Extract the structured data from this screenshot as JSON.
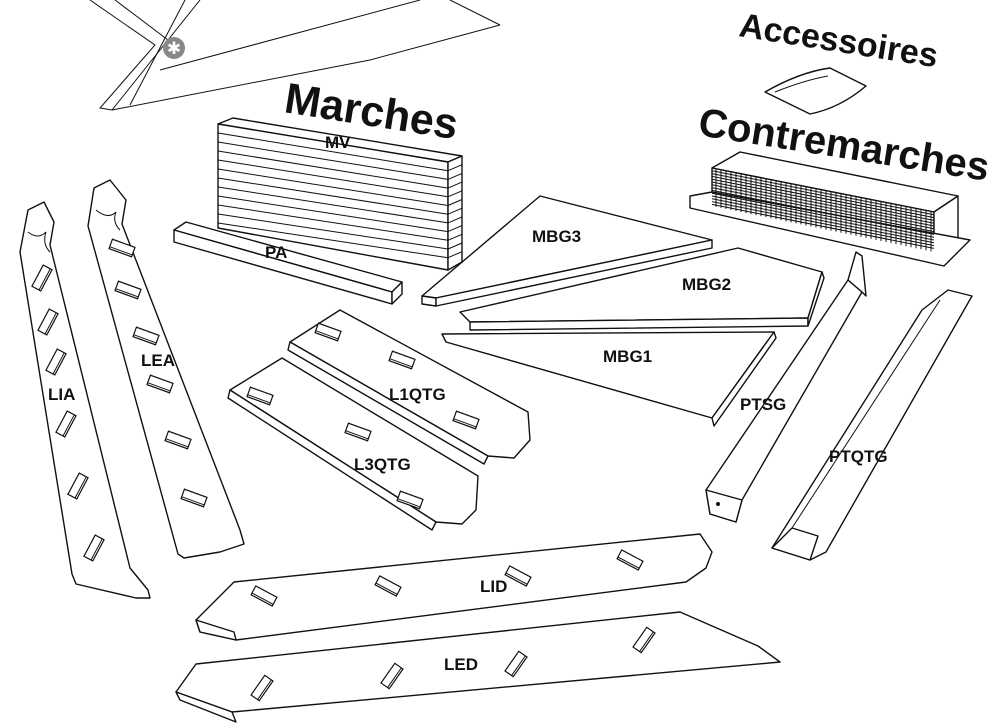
{
  "headings": {
    "marches": "Marches",
    "accessoires": "Accessoires",
    "contremarches": "Contremarches"
  },
  "parts": {
    "mv": "MV",
    "pa": "PA",
    "mbg3": "MBG3",
    "mbg2": "MBG2",
    "mbg1": "MBG1",
    "lia": "LIA",
    "lea": "LEA",
    "l1qtg": "L1QTG",
    "l3qtg": "L3QTG",
    "ptsg": "PTSG",
    "ptqtg": "PTQTG",
    "lid": "LID",
    "led": "LED"
  },
  "colors": {
    "stroke": "#111111",
    "badge": "#888888"
  },
  "icons": {
    "badge": "asterisk-badge-icon"
  }
}
